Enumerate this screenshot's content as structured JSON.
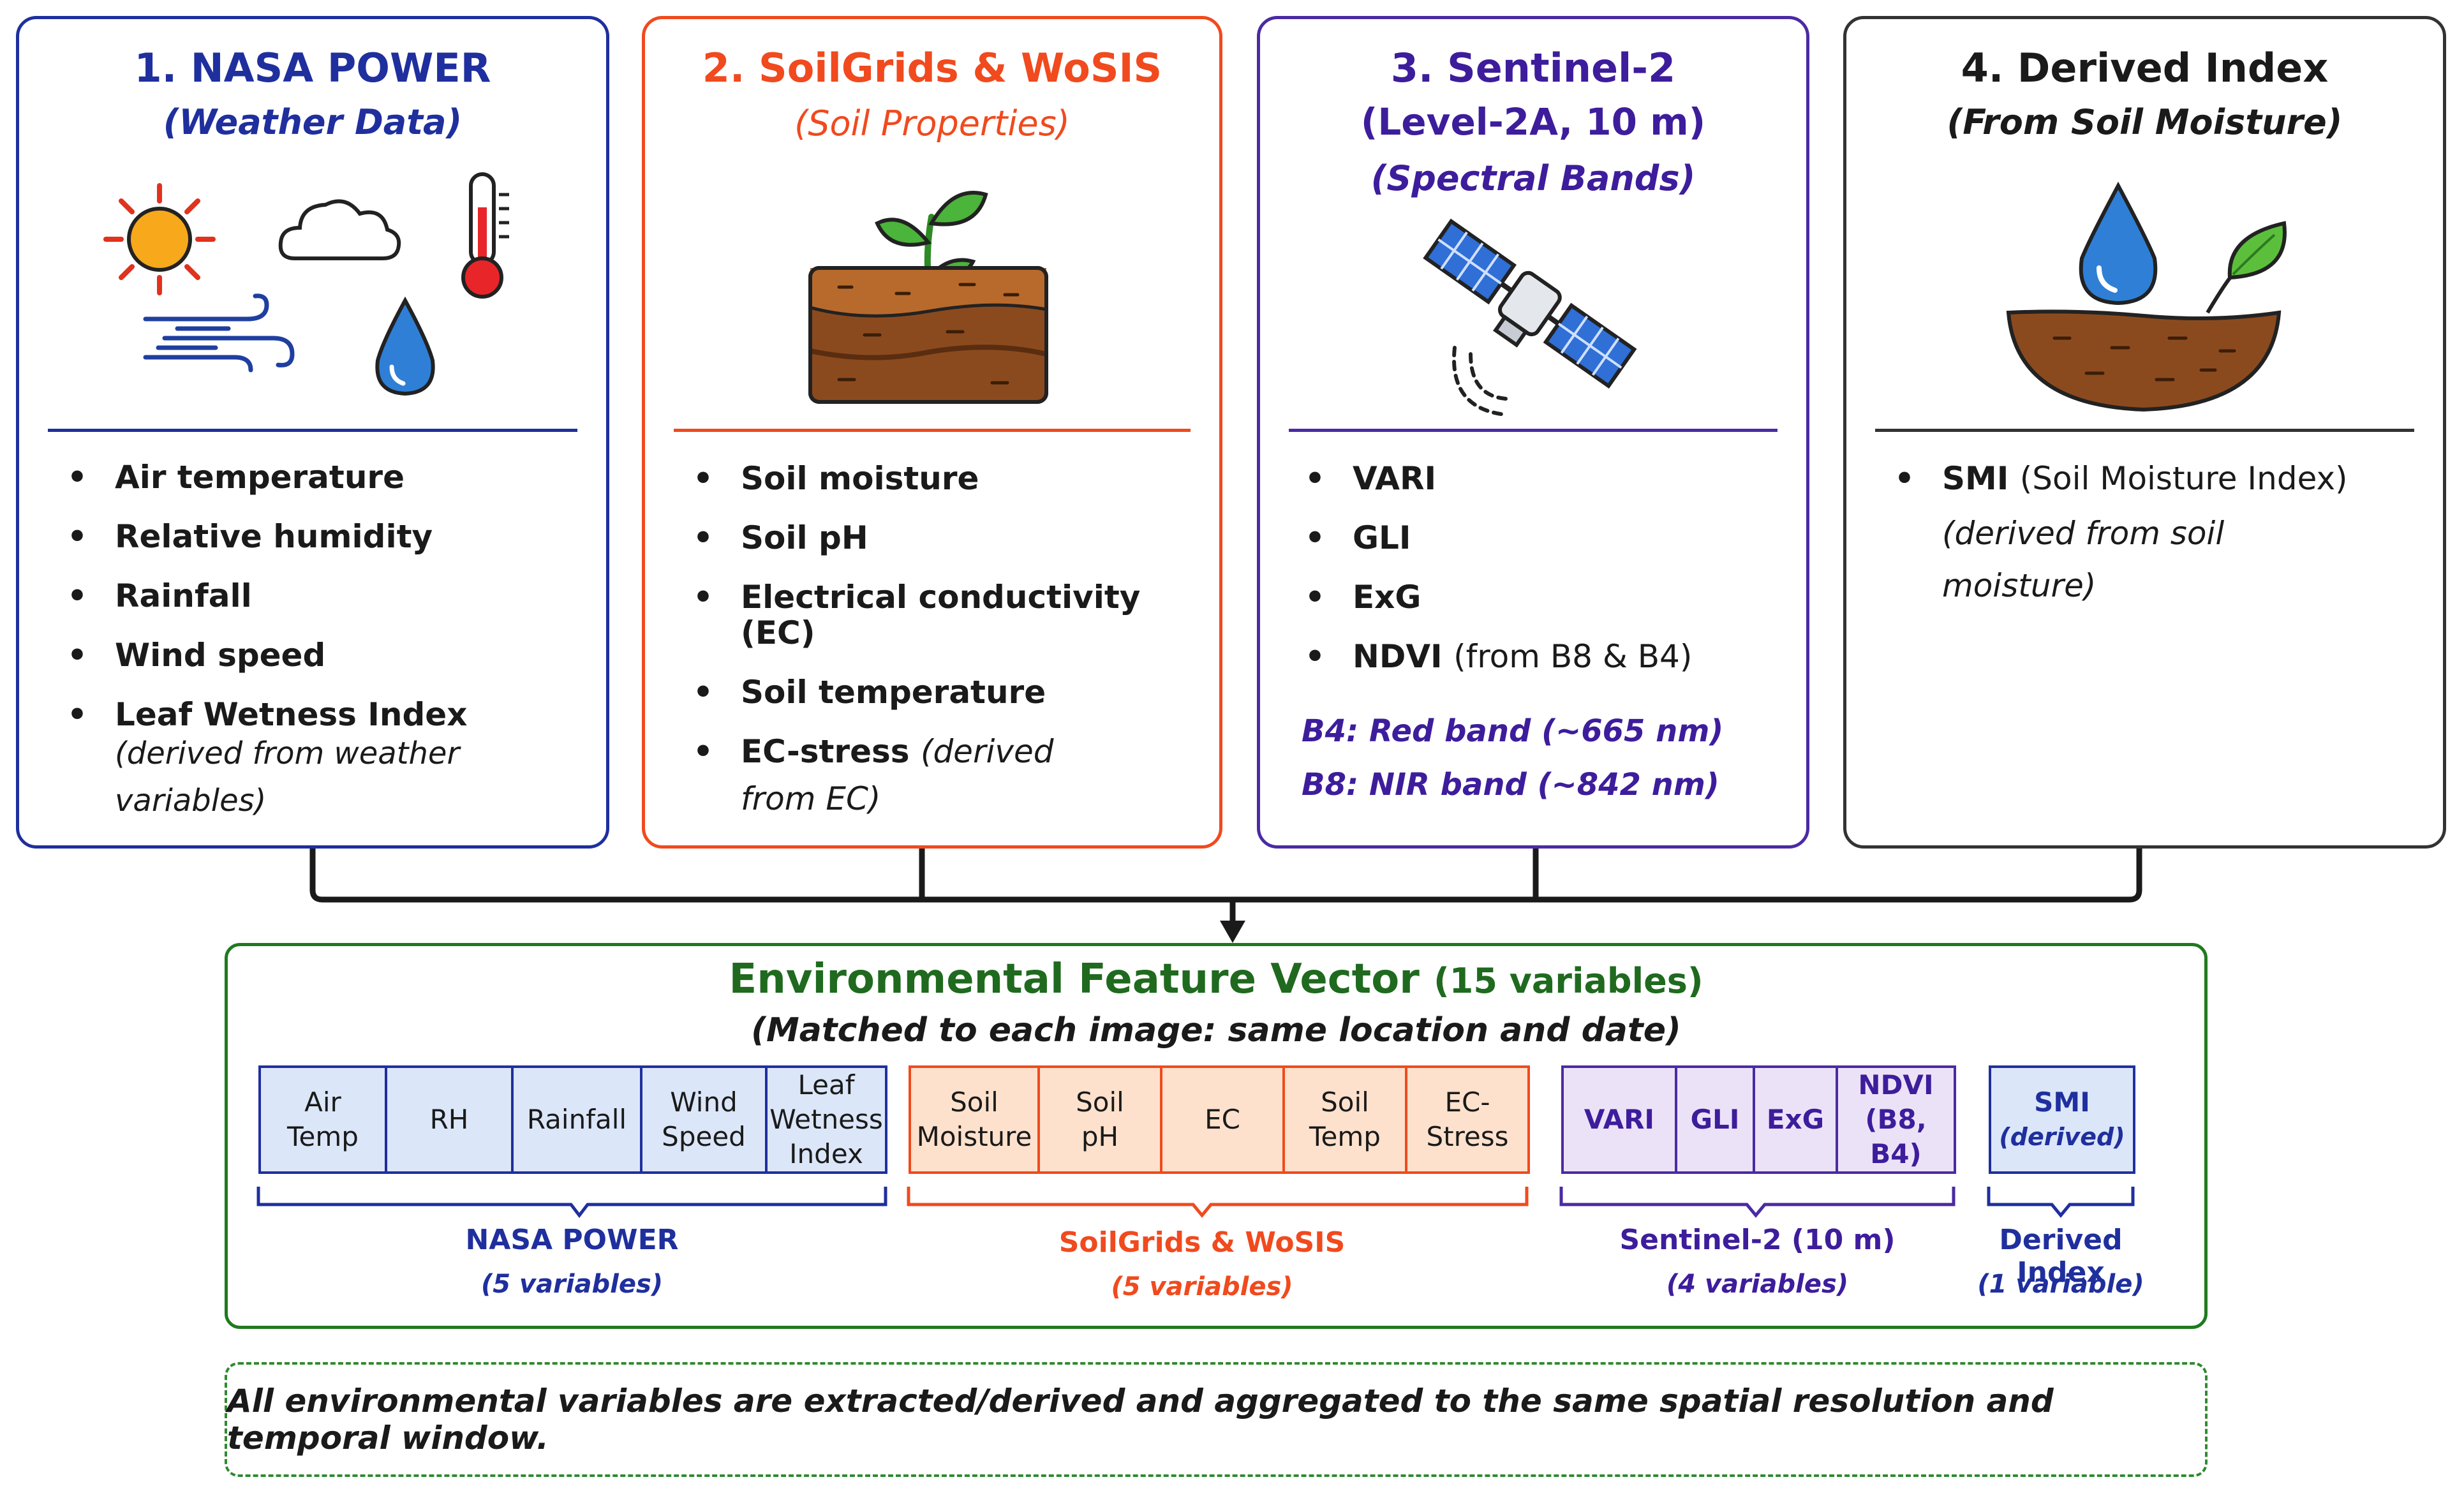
{
  "colors": {
    "nasa": "#1f2f9e",
    "soil": "#f04a1e",
    "sentinel": "#4b2aa3",
    "derived": "#333333",
    "vector": "#1f7a1f"
  },
  "cards": [
    {
      "title": "1. NASA POWER",
      "subtitle": "(Weather Data)",
      "icons": [
        "sun-icon",
        "cloud-icon",
        "thermometer-icon",
        "wind-icon",
        "water-drop-icon"
      ],
      "items": [
        {
          "label": "Air temperature"
        },
        {
          "label": "Relative humidity"
        },
        {
          "label": "Rainfall"
        },
        {
          "label": "Wind speed"
        },
        {
          "label": "Leaf Wetness Index",
          "note": "(derived from weather variables)"
        }
      ]
    },
    {
      "title": "2. SoilGrids & WoSIS",
      "subtitle": "(Soil Properties)",
      "icons": [
        "seedling-soil-layers-icon"
      ],
      "items": [
        {
          "label": "Soil moisture"
        },
        {
          "label": "Soil pH"
        },
        {
          "label": "Electrical conductivity (EC)"
        },
        {
          "label": "Soil temperature"
        },
        {
          "label": "EC-stress",
          "note_line1": "(derived",
          "note_line2": "from EC)"
        }
      ]
    },
    {
      "title": "3. Sentinel-2",
      "subtitle1": "(Level-2A, 10 m)",
      "subtitle2": "(Spectral Bands)",
      "icons": [
        "satellite-icon"
      ],
      "items": [
        {
          "label": "VARI"
        },
        {
          "label": "GLI"
        },
        {
          "label": "ExG"
        },
        {
          "label": "NDVI",
          "note": "(from B8 & B4)"
        }
      ],
      "band_notes": [
        "B4: Red band (~665 nm)",
        "B8: NIR band (~842 nm)"
      ]
    },
    {
      "title": "4. Derived Index",
      "subtitle": "(From Soil Moisture)",
      "icons": [
        "water-drop-icon",
        "leaf-icon",
        "soil-bowl-icon"
      ],
      "items": [
        {
          "label": "SMI",
          "label_rest": "(Soil Moisture Index)",
          "note_line1": "(derived from soil",
          "note_line2": "moisture)"
        }
      ]
    }
  ],
  "feature_vector": {
    "title": "Environmental Feature Vector",
    "title_count": "(15 variables)",
    "subtitle": "(Matched to each image: same location and date)",
    "groups": [
      {
        "label": "NASA POWER",
        "count": "(5 variables)",
        "cells": [
          [
            "Air",
            "Temp"
          ],
          [
            "RH"
          ],
          [
            "Rainfall"
          ],
          [
            "Wind",
            "Speed"
          ],
          [
            "Leaf",
            "Wetness",
            "Index"
          ]
        ]
      },
      {
        "label": "SoilGrids & WoSIS",
        "count": "(5 variables)",
        "cells": [
          [
            "Soil",
            "Moisture"
          ],
          [
            "Soil",
            "pH"
          ],
          [
            "EC"
          ],
          [
            "Soil",
            "Temp"
          ],
          [
            "EC-",
            "Stress"
          ]
        ]
      },
      {
        "label": "Sentinel-2 (10 m)",
        "count": "(4 variables)",
        "cells": [
          [
            "VARI"
          ],
          [
            "GLI"
          ],
          [
            "ExG"
          ],
          [
            "NDVI",
            "(B8, B4)"
          ]
        ]
      },
      {
        "label": "Derived Index",
        "count": "(1 variable)",
        "cells": [
          [
            "SMI",
            "(derived)"
          ]
        ]
      }
    ]
  },
  "footer_note": "All environmental variables are extracted/derived and aggregated to the same spatial resolution and temporal window."
}
